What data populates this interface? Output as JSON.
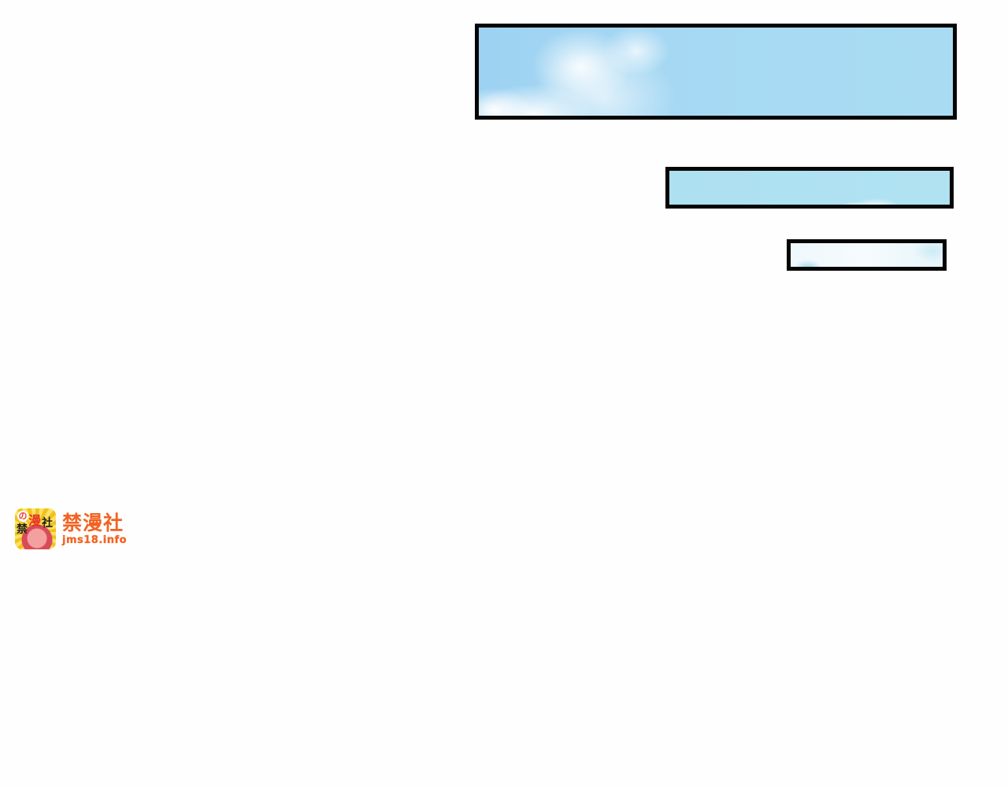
{
  "panels": [
    {
      "id": "panel-1",
      "content": "sky-with-clouds"
    },
    {
      "id": "panel-2",
      "content": "sky-with-small-cloud"
    },
    {
      "id": "panel-3",
      "content": "pale-sky"
    }
  ],
  "watermark": {
    "icon": {
      "no_char": "の",
      "ban_char": "禁",
      "man_char": "漫",
      "she_char": "社"
    },
    "title": "禁漫社",
    "url": "jms18.info",
    "color": "#f26322"
  },
  "colors": {
    "panel_border": "#050505",
    "sky_blue": "#a6d8f3",
    "background": "#fefefe"
  }
}
